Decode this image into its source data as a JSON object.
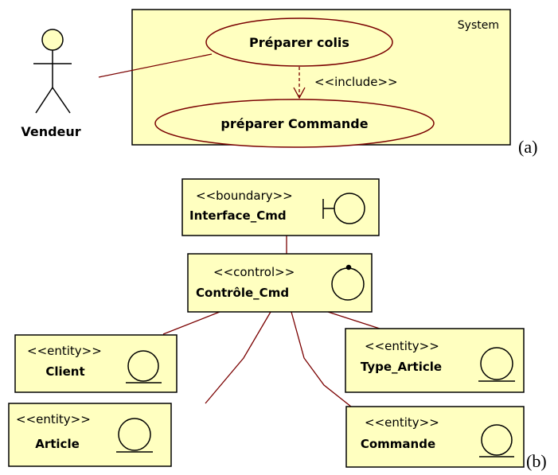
{
  "diagram_a": {
    "actor": "Vendeur",
    "system_label": "System",
    "use_case_1": "Préparer colis",
    "use_case_2": "préparer Commande",
    "include_label": "<<include>>",
    "caption": "(a)"
  },
  "diagram_b": {
    "boundary": {
      "stereotype": "<<boundary>>",
      "name": "Interface_Cmd"
    },
    "control": {
      "stereotype": "<<control>>",
      "name": "Contrôle_Cmd"
    },
    "entities": [
      {
        "stereotype": "<<entity>>",
        "name": "Client"
      },
      {
        "stereotype": "<<entity>>",
        "name": "Type_Article"
      },
      {
        "stereotype": "<<entity>>",
        "name": "Article"
      },
      {
        "stereotype": "<<entity>>",
        "name": "Commande"
      }
    ],
    "caption": "(b)"
  },
  "colors": {
    "fill": "#ffffc0",
    "link": "#7a0000",
    "stroke": "#000000"
  }
}
